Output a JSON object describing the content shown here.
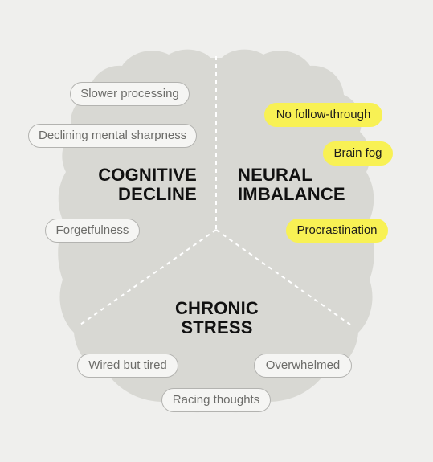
{
  "regions": {
    "cognitive": [
      "COGNITIVE",
      "DECLINE"
    ],
    "neural": [
      "NEURAL",
      "IMBALANCE"
    ],
    "stress": [
      "CHRONIC",
      "STRESS"
    ]
  },
  "symptoms": {
    "slower_processing": "Slower processing",
    "declining_sharpness": "Declining mental sharpness",
    "forgetfulness": "Forgetfulness",
    "no_follow_through": "No follow-through",
    "brain_fog": "Brain fog",
    "procrastination": "Procrastination",
    "wired_but_tired": "Wired but tired",
    "overwhelmed": "Overwhelmed",
    "racing_thoughts": "Racing thoughts"
  },
  "colors": {
    "background": "#efefed",
    "brain": "#d8d8d3",
    "highlight": "#f8f154",
    "outline": "#b3b3b0"
  }
}
